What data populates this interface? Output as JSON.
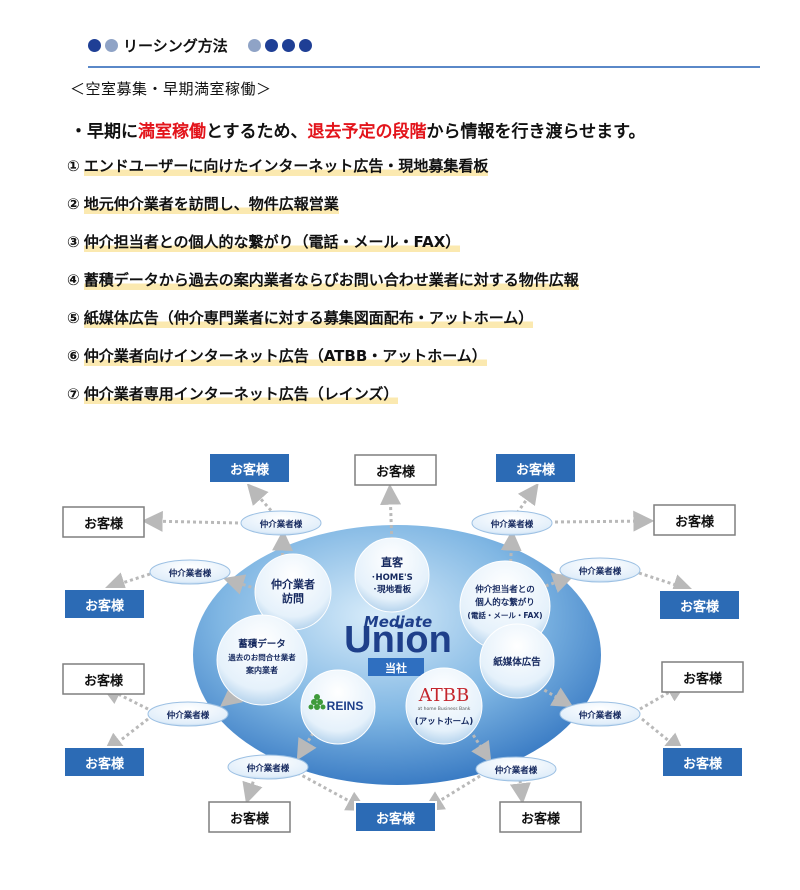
{
  "header": {
    "title": "リーシング方法",
    "colors": {
      "dark_dot": "#1f3f95",
      "light_dot": "#8fa3c6",
      "rule": "#5a88c8"
    }
  },
  "subtitle": "＜空室募集・早期満室稼働＞",
  "lead": {
    "p1": "・早期に",
    "em1": "満室稼働",
    "p2": "とするため、",
    "em2": "退去予定の段階",
    "p3": "から情報を行き渡らせます。",
    "accent_color": "#e3141b"
  },
  "methods": [
    {
      "num": "①",
      "text": "エンドユーザーに向けたインターネット広告・現地募集看板"
    },
    {
      "num": "②",
      "text": "地元仲介業者を訪問し、物件広報営業"
    },
    {
      "num": "③",
      "text": "仲介担当者との個人的な繋がり（電話・メール・FAX）"
    },
    {
      "num": "④",
      "text": "蓄積データから過去の案内業者ならびお問い合わせ業者に対する物件広報"
    },
    {
      "num": "⑤",
      "text": "紙媒体広告（仲介専門業者に対する募集図面配布・アットホーム）"
    },
    {
      "num": "⑥",
      "text": "仲介業者向けインターネット広告（ATBB・アットホーム）"
    },
    {
      "num": "⑦",
      "text": "仲介業者専用インターネット広告（レインズ）"
    }
  ],
  "diagram": {
    "center": {
      "brand_small": "Mediate",
      "brand_big": "Union",
      "tag": "当社"
    },
    "channels": {
      "direct": {
        "l1": "直客",
        "l2": "･HOME'S",
        "l3": "･現地看板"
      },
      "visit": {
        "l1": "仲介業者",
        "l2": "訪問"
      },
      "personal": {
        "l1": "仲介担当者との",
        "l2": "個人的な繋がり",
        "l3": "(電話・メール・FAX)"
      },
      "data": {
        "l1": "蓄積データ",
        "l2": "過去のお問合せ業者",
        "l3": "案内業者"
      },
      "paper": {
        "l1": "紙媒体広告"
      },
      "reins": {
        "l1": "REINS"
      },
      "atbb": {
        "l1": "ATBB",
        "l2": "at home Business Bank",
        "l3": "(アットホーム)"
      }
    },
    "agent_label": "仲介業者様",
    "customer_label": "お客様",
    "colors": {
      "customer_box": "#2c6bb5",
      "center_text": "#1e3f8a",
      "plate": "#2f6fc0",
      "arrow": "#b9b9b9"
    }
  }
}
